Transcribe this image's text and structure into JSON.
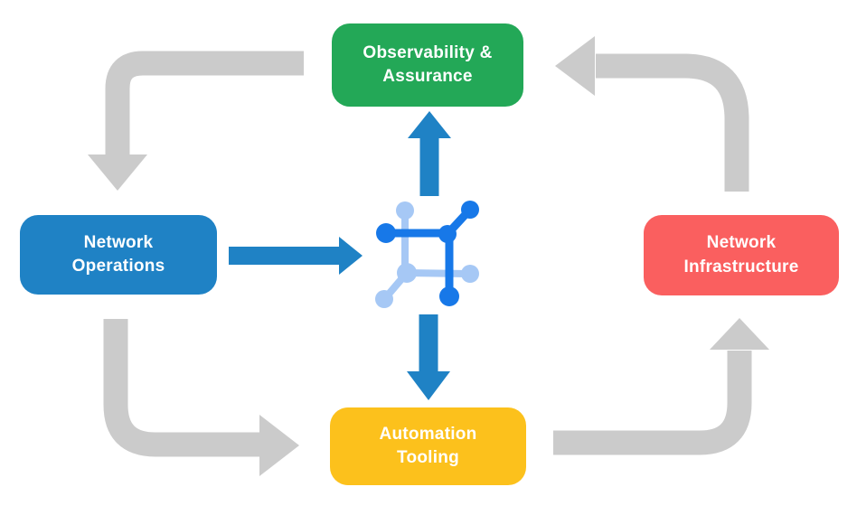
{
  "colors": {
    "bg": "#ffffff",
    "green": "#23A857",
    "blue": "#1F82C5",
    "red": "#FA5F5F",
    "yellow": "#FCC11C",
    "gray-arrow": "#CBCBCB",
    "blue-arrow": "#1F82C5",
    "icon-dark": "#1778E8",
    "icon-light": "#A6C8F5",
    "text": "#ffffff"
  },
  "nodes": {
    "observability": {
      "label": "Observability &\nAssurance",
      "color": "#23A857"
    },
    "operations": {
      "label": "Network\nOperations",
      "color": "#1F82C5"
    },
    "infrastructure": {
      "label": "Network\nInfrastructure",
      "color": "#FA5F5F"
    },
    "automation": {
      "label": "Automation\nTooling",
      "color": "#FCC11C"
    }
  },
  "center": {
    "icon": "network-mesh-icon"
  },
  "arrows": {
    "gray_cycle": [
      {
        "name": "observability-to-operations",
        "color": "#CBCBCB"
      },
      {
        "name": "operations-to-automation",
        "color": "#CBCBCB"
      },
      {
        "name": "automation-to-infrastructure",
        "color": "#CBCBCB"
      },
      {
        "name": "infrastructure-to-observability",
        "color": "#CBCBCB"
      }
    ],
    "blue_spokes": [
      {
        "name": "operations-to-center",
        "color": "#1F82C5"
      },
      {
        "name": "center-to-observability",
        "color": "#1F82C5"
      },
      {
        "name": "center-to-automation",
        "color": "#1F82C5"
      }
    ]
  }
}
